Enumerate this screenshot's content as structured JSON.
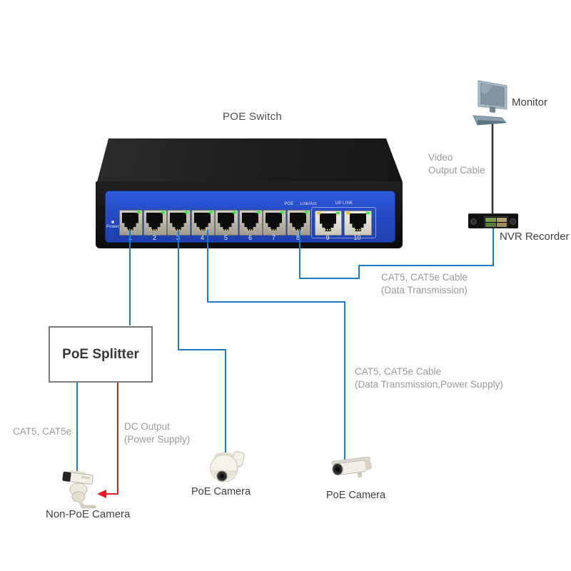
{
  "title": "POE Switch",
  "colors": {
    "cable_data": "#1d79c6",
    "cable_power": "#ec1b23",
    "cable_video": "#2e2e2e",
    "switch_panel_blue": "#2450c8",
    "muted_text": "#9b9b9b",
    "dark_text": "#404040"
  },
  "switch": {
    "power_label": "Power",
    "poe_label": "POE",
    "linkact_label": "Link/Act",
    "uplink_label": "UP LINK",
    "ports": [
      "1",
      "2",
      "3",
      "4",
      "5",
      "6",
      "7",
      "8",
      "9",
      "10"
    ]
  },
  "devices": {
    "monitor": {
      "label": "Monitor"
    },
    "nvr": {
      "label": "NVR Recorder"
    },
    "splitter": {
      "label": "PoE Splitter"
    },
    "non_poe_camera": {
      "label": "Non-PoE Camera"
    },
    "poe_camera_dome": {
      "label": "PoE Camera"
    },
    "poe_camera_bullet": {
      "label": "PoE Camera"
    }
  },
  "cables": {
    "video_output": {
      "line1": "Video",
      "line2": "Output Cable"
    },
    "cat5_data": {
      "line1": "CAT5, CAT5e Cable",
      "line2": "(Data Transmission)"
    },
    "cat5_data_power": {
      "line1": "CAT5, CAT5e Cable",
      "line2": "(Data Transmission,Power Supply)"
    },
    "cat5_plain": "CAT5, CAT5e",
    "dc_output": {
      "line1": "DC Output",
      "line2": "(Power Supply)"
    }
  }
}
